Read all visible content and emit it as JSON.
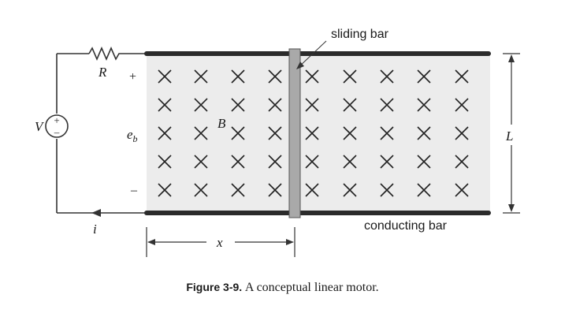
{
  "labels": {
    "sliding_bar": "sliding bar",
    "conducting_bar": "conducting bar",
    "resistor": "R",
    "voltage_source": "V",
    "current": "i",
    "induced_voltage": "e",
    "induced_voltage_subscript": "b",
    "magnetic_field": "B",
    "length": "L",
    "distance": "x",
    "plus": "+",
    "minus": "–",
    "source_plus": "+",
    "source_minus": "–",
    "field_symbol": "×"
  },
  "caption": {
    "figure_label": "Figure 3-9.",
    "text": "A conceptual linear motor."
  },
  "colors": {
    "rail": "#2b2b2b",
    "field_region": "#ececec",
    "sliding_bar": "#a9a9a9",
    "line": "#333333"
  }
}
